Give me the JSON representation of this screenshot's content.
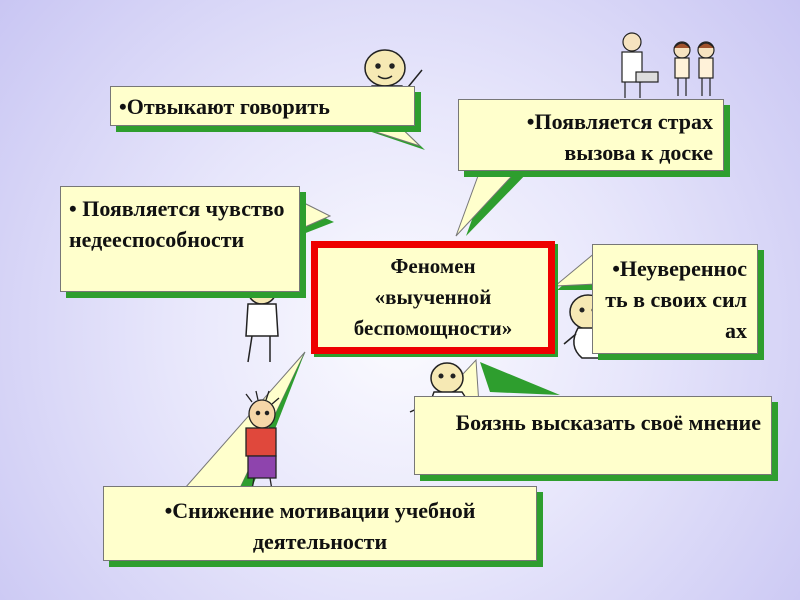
{
  "center": {
    "lines": [
      "Феномен",
      "«выученной",
      "беспомощности»"
    ]
  },
  "boxes": {
    "stop_talking": "•Отвыкают говорить",
    "fear_blackboard": "•Появляется страх вызова к доске",
    "incapacity": "• Появляется чувство недееспособности",
    "self_doubt": "•Неуверенность в своих силах",
    "fear_opinion": "Боязнь высказать своё мнение",
    "motivation": "•Снижение мотивации учебной деятельности"
  },
  "colors": {
    "callout_fill": "#ffffcc",
    "shadow": "#2e9e2e",
    "center_border": "#ee0000"
  },
  "icons": [
    "baby-waving-icon",
    "doctor-and-children-icon",
    "child-standing-icon",
    "child-thinking-icon",
    "baby-sitting-icon",
    "child-in-sweater-icon"
  ]
}
